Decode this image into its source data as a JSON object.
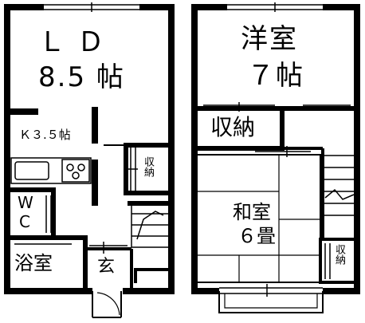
{
  "rooms": {
    "ld": {
      "name": "Ｌ Ｄ",
      "size": "8.5 帖"
    },
    "kitchen": {
      "label": "Ｋ３.５帖"
    },
    "storage1": {
      "label": "収納"
    },
    "wc": {
      "line1": "W",
      "line2": "C"
    },
    "bath": {
      "label": "浴室"
    },
    "entrance": {
      "label": "玄"
    },
    "western": {
      "name": "洋室",
      "size": "７帖"
    },
    "storage2": {
      "label": "収納"
    },
    "japanese": {
      "name": "和室",
      "size": "６畳"
    },
    "storage3": {
      "label": "収納"
    }
  }
}
